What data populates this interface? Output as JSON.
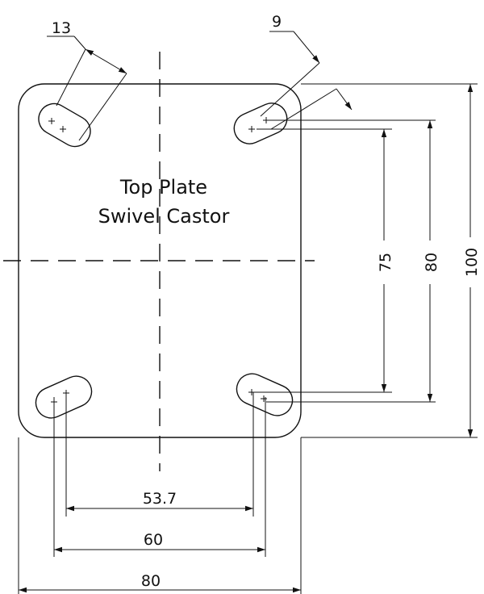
{
  "title": {
    "line1": "Top Plate",
    "line2": "Swivel Castor"
  },
  "dimensions": {
    "slot_width": "13",
    "hole_diameter": "9",
    "inner_vertical": "75",
    "mid_vertical": "80",
    "overall_vertical": "100",
    "inner_horizontal": "53.7",
    "mid_horizontal": "60",
    "overall_horizontal": "80"
  }
}
